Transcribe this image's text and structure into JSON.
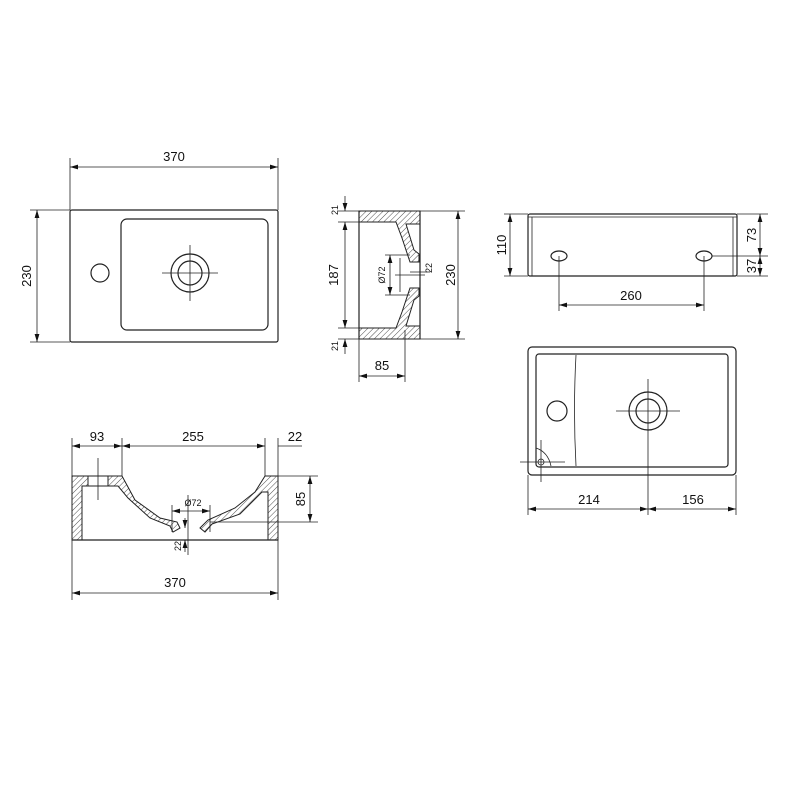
{
  "top_view": {
    "width": "370",
    "depth": "230"
  },
  "side_section": {
    "top_rim": "21",
    "inner": "187",
    "bottom_rim": "21",
    "total": "230",
    "height": "85",
    "drain_diameter": "Ø72",
    "drain_offset": "22"
  },
  "front_section": {
    "left": "93",
    "basin": "255",
    "right": "22",
    "height": "85",
    "drain_diameter": "Ø72",
    "drain_depth": "22",
    "total_width": "370"
  },
  "back_view": {
    "height": "110",
    "upper": "73",
    "lower": "37",
    "slot_spacing": "260"
  },
  "plan_view": {
    "left_to_drain": "214",
    "drain_to_right": "156"
  }
}
